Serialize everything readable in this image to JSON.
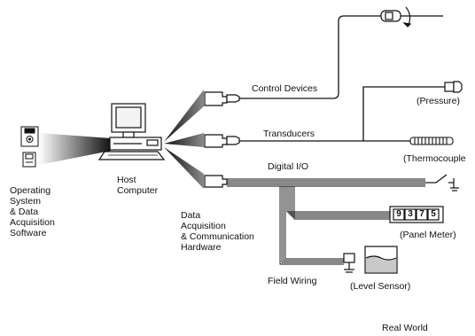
{
  "labels": {
    "software": [
      "Operating",
      "System",
      "& Data",
      "Acquisition",
      "Software"
    ],
    "host": [
      "Host",
      "Computer"
    ],
    "daq": [
      "Data",
      "Acquisition",
      "& Communication",
      "Hardware"
    ],
    "control_devices": "Control Devices",
    "transducers": "Transducers",
    "digital_io": "Digital I/O",
    "pressure": "(Pressure)",
    "thermocouple": "(Thermocouple",
    "panel_meter": "(Panel Meter)",
    "field_wiring": "Field Wiring",
    "level_sensor": "(Level Sensor)",
    "real_world": "Real World"
  },
  "panel_meter_digits": [
    "9",
    "3",
    "7",
    "5"
  ],
  "colors": {
    "ink": "#111111",
    "paper": "#ffffff"
  }
}
